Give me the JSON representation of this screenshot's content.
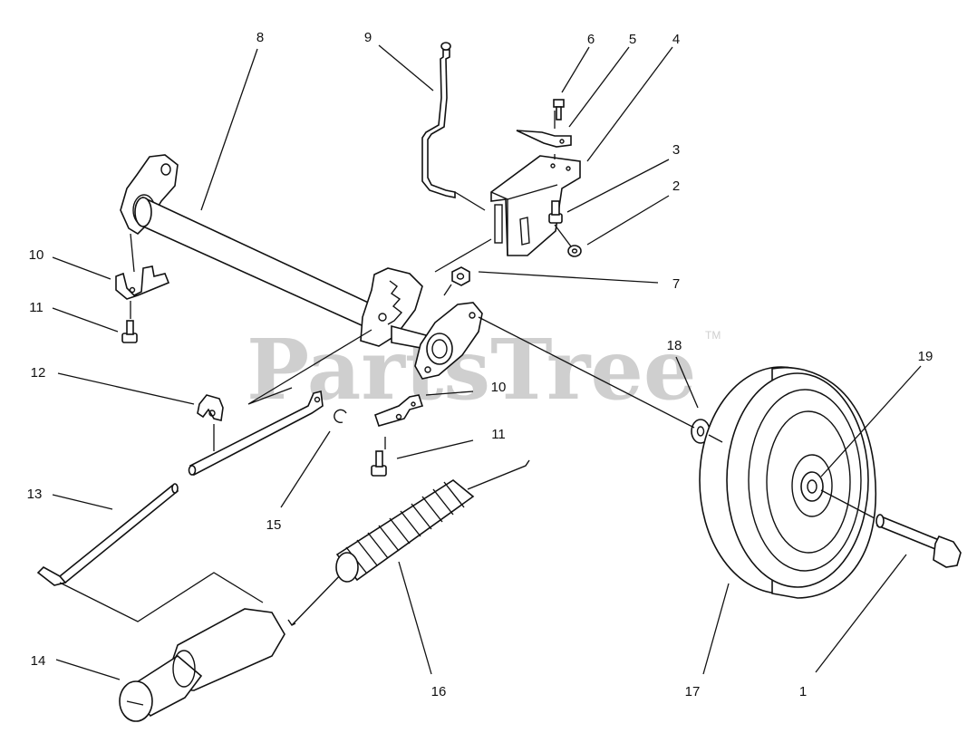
{
  "watermark": {
    "text": "PartsTree",
    "trademark": "TM"
  },
  "callouts": [
    {
      "id": "c8",
      "text": "8"
    },
    {
      "id": "c9",
      "text": "9"
    },
    {
      "id": "c6",
      "text": "6"
    },
    {
      "id": "c5",
      "text": "5"
    },
    {
      "id": "c4",
      "text": "4"
    },
    {
      "id": "c3",
      "text": "3"
    },
    {
      "id": "c2",
      "text": "2"
    },
    {
      "id": "c7",
      "text": "7"
    },
    {
      "id": "c10a",
      "text": "10"
    },
    {
      "id": "c11a",
      "text": "11"
    },
    {
      "id": "c12",
      "text": "12"
    },
    {
      "id": "c10b",
      "text": "10"
    },
    {
      "id": "c11b",
      "text": "11"
    },
    {
      "id": "c18",
      "text": "18"
    },
    {
      "id": "c19",
      "text": "19"
    },
    {
      "id": "c13",
      "text": "13"
    },
    {
      "id": "c15",
      "text": "15"
    },
    {
      "id": "c14",
      "text": "14"
    },
    {
      "id": "c16",
      "text": "16"
    },
    {
      "id": "c17",
      "text": "17"
    },
    {
      "id": "c1",
      "text": "1"
    }
  ]
}
